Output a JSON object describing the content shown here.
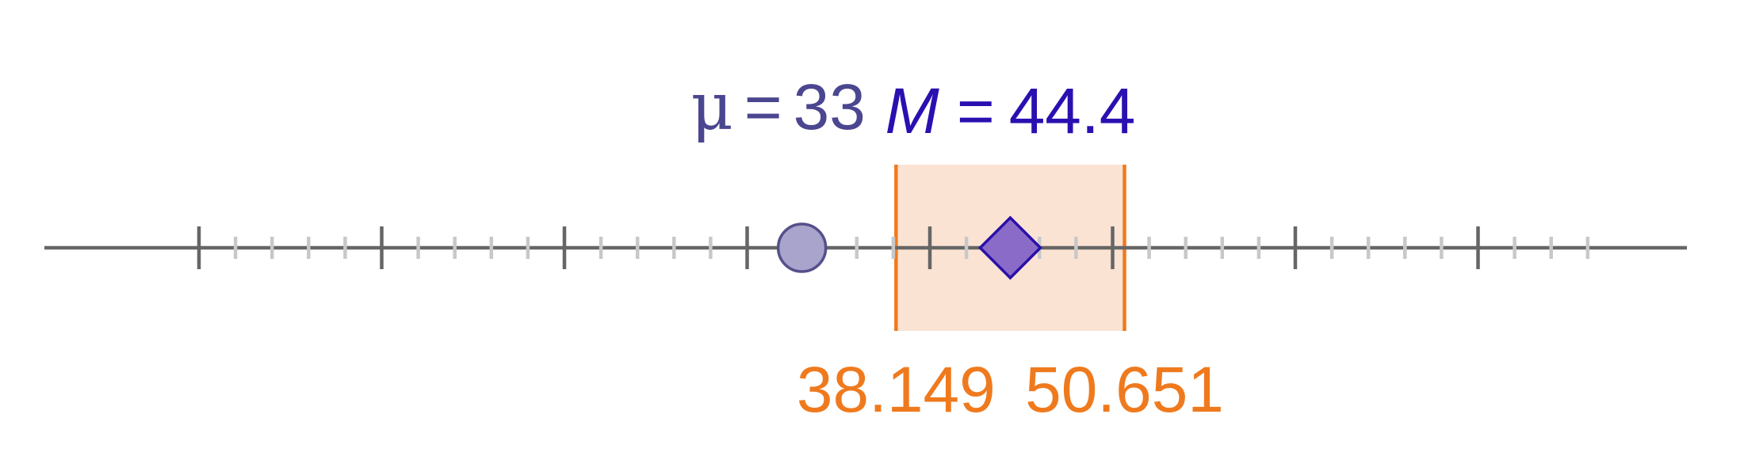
{
  "number_line": {
    "tick_unit": 2,
    "major_every": 10,
    "minor_visible_range": [
      0,
      76
    ]
  },
  "population_mean": {
    "symbol": "μ",
    "equals": "=",
    "value": 33,
    "value_text": "33"
  },
  "sample_mean": {
    "symbol": "M",
    "equals": "=",
    "value": 44.4,
    "value_text": "44.4"
  },
  "confidence_interval": {
    "lower": 38.149,
    "upper": 50.651,
    "lower_text": "38.149",
    "upper_text": "50.651"
  },
  "colors": {
    "axis": "#666666",
    "minor_tick": "#c8c8c8",
    "mu_fill": "#a8a4cc",
    "mu_stroke": "#55508a",
    "mu_text": "#4b4690",
    "sample_fill": "#8a6cc8",
    "sample_stroke": "#2a10a8",
    "sample_text": "#2a10b0",
    "ci_fill": "#fbe0cf",
    "ci_line": "#ef7a1e",
    "ci_text": "#ef7a1e"
  }
}
